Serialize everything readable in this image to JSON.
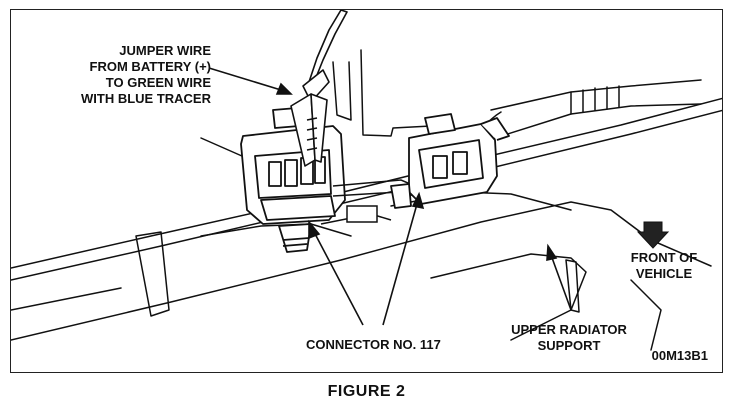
{
  "labels": {
    "jumper_wire": [
      "JUMPER WIRE",
      "FROM BATTERY (+)",
      "TO GREEN WIRE",
      "WITH BLUE TRACER"
    ],
    "connector": "CONNECTOR NO. 117",
    "upper_radiator_support": [
      "UPPER RADIATOR",
      "SUPPORT"
    ],
    "front_of_vehicle": [
      "FRONT OF",
      "VEHICLE"
    ]
  },
  "figure_code": "00M13B1",
  "caption": "FIGURE 2",
  "icons": {
    "front_arrow": "front-of-vehicle-arrow-icon"
  },
  "colors": {
    "line": "#111111",
    "background": "#ffffff"
  }
}
